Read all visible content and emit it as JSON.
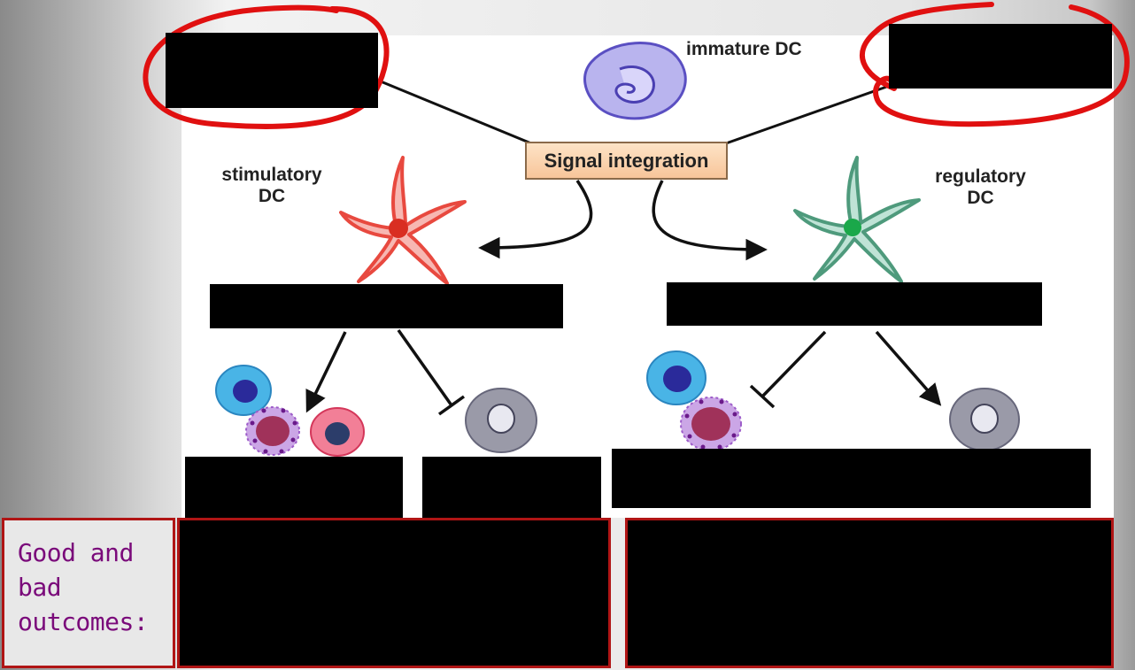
{
  "labels": {
    "immature_dc": "immature DC",
    "signal_integration": "Signal integration",
    "stimulatory_dc_line1": "stimulatory",
    "stimulatory_dc_line2": "DC",
    "regulatory_dc_line1": "regulatory",
    "regulatory_dc_line2": "DC"
  },
  "outcomes": {
    "label_line1": "Good and",
    "label_line2": "bad",
    "label_line3": "outcomes:"
  },
  "colors": {
    "stimulatory_dc": "#e8493f",
    "regulatory_dc": "#5aa58a",
    "immature_dc": "#8a7fd6",
    "annotation_circle": "#e01010",
    "outcome_border": "#b01515",
    "outcome_text": "#7a0a7a"
  }
}
